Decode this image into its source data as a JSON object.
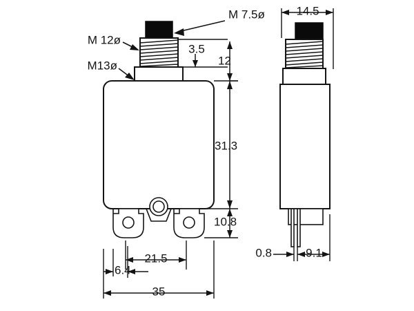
{
  "drawing": {
    "title": "Thermal circuit breaker outline drawing",
    "units_note": "",
    "line_color": "#141414",
    "fill_color": "#ffffff",
    "cap_color": "#0a0a0a",
    "background": "#ffffff"
  },
  "views": {
    "front": {
      "name": "front-view",
      "label": ""
    },
    "side": {
      "name": "side-view",
      "label": ""
    }
  },
  "labels": {
    "thread_m12": "M 12ø",
    "flange_m13": "M13ø",
    "cap_m75": "M 7.5ø"
  },
  "dimensions": {
    "cap_offset": "3.5",
    "bushing_height": "12",
    "body_height": "31.3",
    "terminal_height": "10.8",
    "terminal_inner_span": "21.5",
    "terminal_edge_offset": "6.4",
    "body_width": "35",
    "side_width": "14.5",
    "pin_thickness": "0.8",
    "pin_spacing": "9.1"
  },
  "dimension_list": [
    {
      "value": "3.5",
      "view": "front",
      "orientation": "vertical"
    },
    {
      "value": "12",
      "view": "front",
      "orientation": "vertical"
    },
    {
      "value": "31.3",
      "view": "front",
      "orientation": "vertical"
    },
    {
      "value": "10.8",
      "view": "front",
      "orientation": "vertical"
    },
    {
      "value": "21.5",
      "view": "front",
      "orientation": "horizontal"
    },
    {
      "value": "6.4",
      "view": "front",
      "orientation": "horizontal"
    },
    {
      "value": "35",
      "view": "front",
      "orientation": "horizontal"
    },
    {
      "value": "14.5",
      "view": "side",
      "orientation": "horizontal"
    },
    {
      "value": "0.8",
      "view": "side",
      "orientation": "horizontal"
    },
    {
      "value": "9.1",
      "view": "side",
      "orientation": "horizontal"
    }
  ],
  "callouts": [
    {
      "text": "M 7.5ø",
      "target": "reset-button-cap"
    },
    {
      "text": "M 12ø",
      "target": "threaded-bushing"
    },
    {
      "text": "M13ø",
      "target": "mounting-flange"
    }
  ]
}
